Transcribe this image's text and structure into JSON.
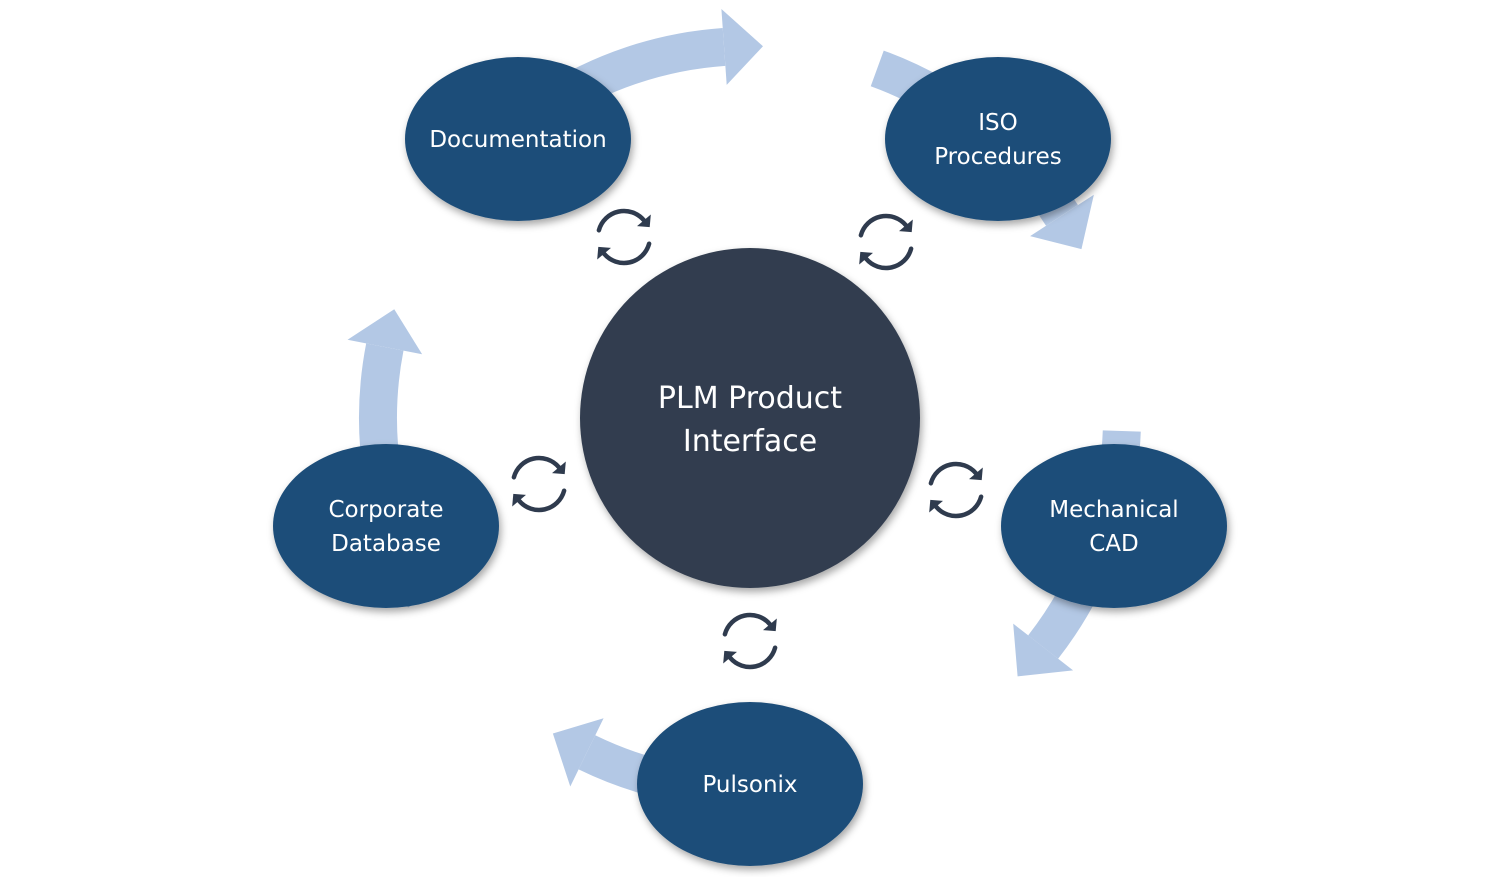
{
  "diagram": {
    "center": {
      "line1": "PLM Product",
      "line2": "Interface"
    },
    "nodes": [
      {
        "id": "documentation",
        "line1": "Documentation",
        "line2": ""
      },
      {
        "id": "iso-procedures",
        "line1": "ISO",
        "line2": "Procedures"
      },
      {
        "id": "mechanical-cad",
        "line1": "Mechanical",
        "line2": "CAD"
      },
      {
        "id": "pulsonix",
        "line1": "Pulsonix",
        "line2": ""
      },
      {
        "id": "corporate-database",
        "line1": "Corporate",
        "line2": "Database"
      }
    ],
    "colors": {
      "node_fill": "#1f4e79",
      "center_fill": "#323e4f",
      "ring_arrow": "#b3c8e5",
      "sync_icon": "#2f3b4e",
      "label_text": "#ffffff"
    }
  }
}
